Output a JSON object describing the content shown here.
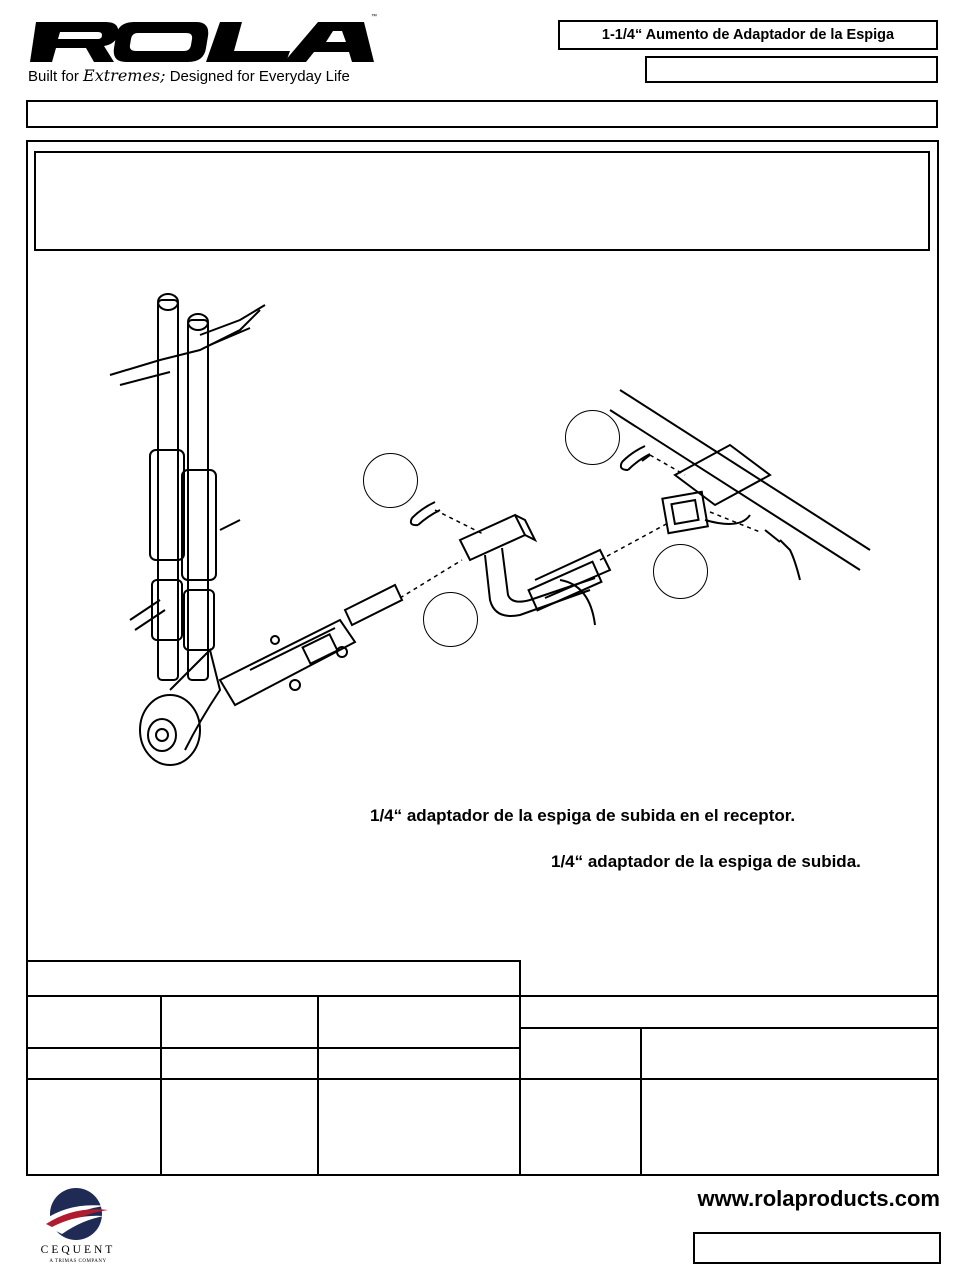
{
  "header": {
    "brand": "ROLA",
    "trademark": "™",
    "tagline_part1": "Built for ",
    "tagline_script": "Extremes;",
    "tagline_part2": " Designed for Everyday Life",
    "product_title": "1-1/4“ Aumento de Adaptador de la Espiga"
  },
  "instructions": {
    "step1": "1/4“ adaptador de la espiga de subida en el receptor.",
    "step2": "1/4“ adaptador de la espiga de subida."
  },
  "footer": {
    "website": "www.rolaproducts.com",
    "company": "CEQUENT",
    "company_sub": "A TRIMAS COMPANY"
  },
  "colors": {
    "cequent_navy": "#1f2a55",
    "cequent_red": "#b01c2e"
  }
}
